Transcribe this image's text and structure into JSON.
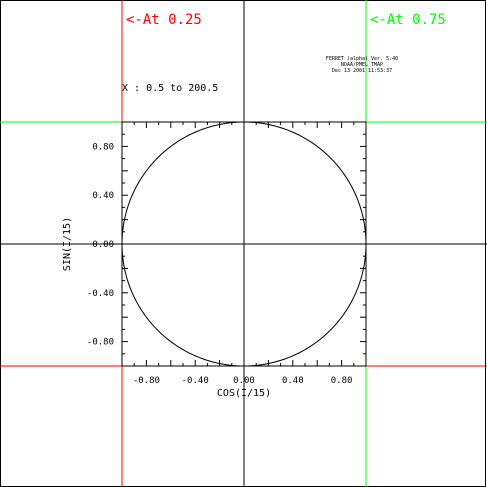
{
  "chart_data": {
    "type": "line",
    "title": "",
    "xlabel": "COS(I/15)",
    "ylabel": "SIN(I/15)",
    "xlim": [
      -1.0,
      1.0
    ],
    "ylim": [
      -1.0,
      1.0
    ],
    "x_ticks": [
      -0.8,
      -0.4,
      0.0,
      0.4,
      0.8
    ],
    "y_ticks": [
      -0.8,
      -0.4,
      0.0,
      0.4,
      0.8
    ],
    "x_tick_labels": [
      "-0.80",
      "-0.40",
      "0.00",
      "0.40",
      "0.80"
    ],
    "y_tick_labels": [
      "-0.80",
      "-0.40",
      "0.00",
      "0.40",
      "0.80"
    ],
    "range_note": "X : 0.5 to 200.5",
    "series": [
      {
        "parametric": "x = cos(I/15), y = sin(I/15)",
        "I_range": [
          0.5,
          200.5
        ],
        "color": "#000000"
      }
    ],
    "grid": false,
    "legend": "none",
    "stamp_lines": [
      "FERRET (alpha) Ver. 5.40",
      "NOAA/PMEL TMAP",
      "Dec 13 2001 11:53:37"
    ],
    "fraction_lines": [
      {
        "label": "<-At 0.25",
        "fraction": 0.25,
        "color": "#ff0000"
      },
      {
        "label": "<-At 0.75",
        "fraction": 0.75,
        "color": "#00ff00"
      }
    ],
    "center_lines_color": "#000000"
  }
}
